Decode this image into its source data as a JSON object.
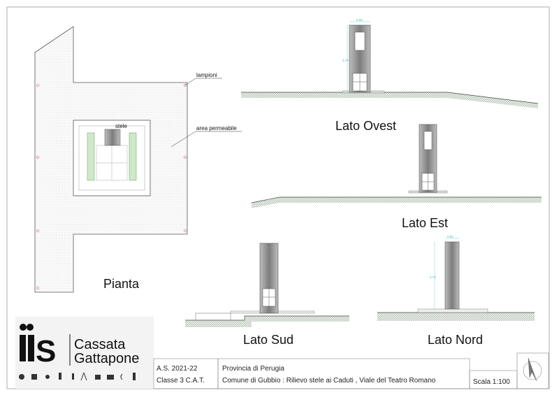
{
  "plan": {
    "title": "Pianta",
    "label_lamps": "lampioni",
    "label_area": "area permeabile",
    "label_stele": "stele"
  },
  "views": {
    "west": {
      "title": "Lato Ovest",
      "width_dim": "0.80",
      "height_dim": "3.70"
    },
    "east": {
      "title": "Lato Est"
    },
    "south": {
      "title": "Lato Sud"
    },
    "north": {
      "title": "Lato Nord",
      "width_dim": "0.80",
      "height_dim": "3.70"
    }
  },
  "logo": {
    "mark": "iis",
    "name_line1": "Cassata",
    "name_line2": "Gattapone"
  },
  "title_block": {
    "year": "A.S. 2021-22",
    "class": "Classe 3 C.A.T.",
    "province": "Provincia di Perugia",
    "project": "Comune di Gubbio : Rilievo stele ai Caduti , Viale del Teatro Romano",
    "scale": "Scala 1:100"
  },
  "colors": {
    "dim": "#6fd6cf",
    "grass": "#cfe8c8",
    "stele": "#8a8a8a"
  }
}
